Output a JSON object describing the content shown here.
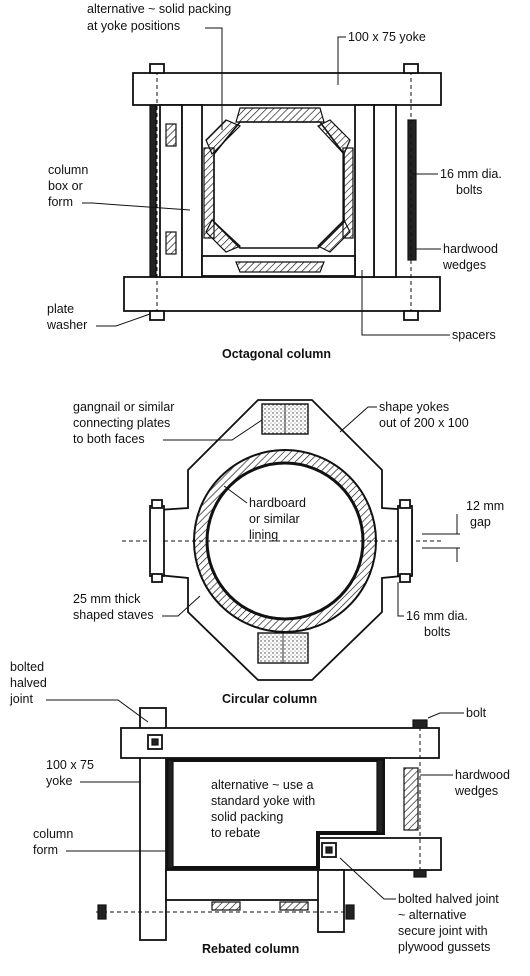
{
  "octagonal": {
    "caption": "Octagonal column",
    "labels": {
      "packing_1": "alternative ~ solid packing",
      "packing_2": "at yoke positions",
      "yoke": "100 x 75 yoke",
      "column_1": "column",
      "column_2": "box or",
      "column_3": "form",
      "bolts_1": "16 mm dia.",
      "bolts_2": "bolts",
      "wedges_1": "hardwood",
      "wedges_2": "wedges",
      "washer_1": "plate",
      "washer_2": "washer",
      "spacers": "spacers"
    }
  },
  "circular": {
    "caption": "Circular column",
    "labels": {
      "gangnail_1": "gangnail or similar",
      "gangnail_2": "connecting plates",
      "gangnail_3": "to both faces",
      "yokes_1": "shape yokes",
      "yokes_2": "out of 200 x 100",
      "lining_1": "hardboard",
      "lining_2": "or similar",
      "lining_3": "lining",
      "gap_1": "12 mm",
      "gap_2": "gap",
      "staves_1": "25 mm thick",
      "staves_2": "shaped staves",
      "bolts_1": "16 mm dia.",
      "bolts_2": "bolts"
    }
  },
  "rebated": {
    "caption": "Rebated column",
    "labels": {
      "halved_1": "bolted",
      "halved_2": "halved",
      "halved_3": "joint",
      "bolt": "bolt",
      "yoke_1": "100 x 75",
      "yoke_2": "yoke",
      "alt_1": "alternative ~ use a",
      "alt_2": "standard yoke with",
      "alt_3": "solid packing",
      "alt_4": "to rebate",
      "wedges_1": "hardwood",
      "wedges_2": "wedges",
      "form_1": "column",
      "form_2": "form",
      "joint_1": "bolted halved joint",
      "joint_2": "~ alternative",
      "joint_3": "secure joint with",
      "joint_4": "plywood gussets"
    }
  }
}
